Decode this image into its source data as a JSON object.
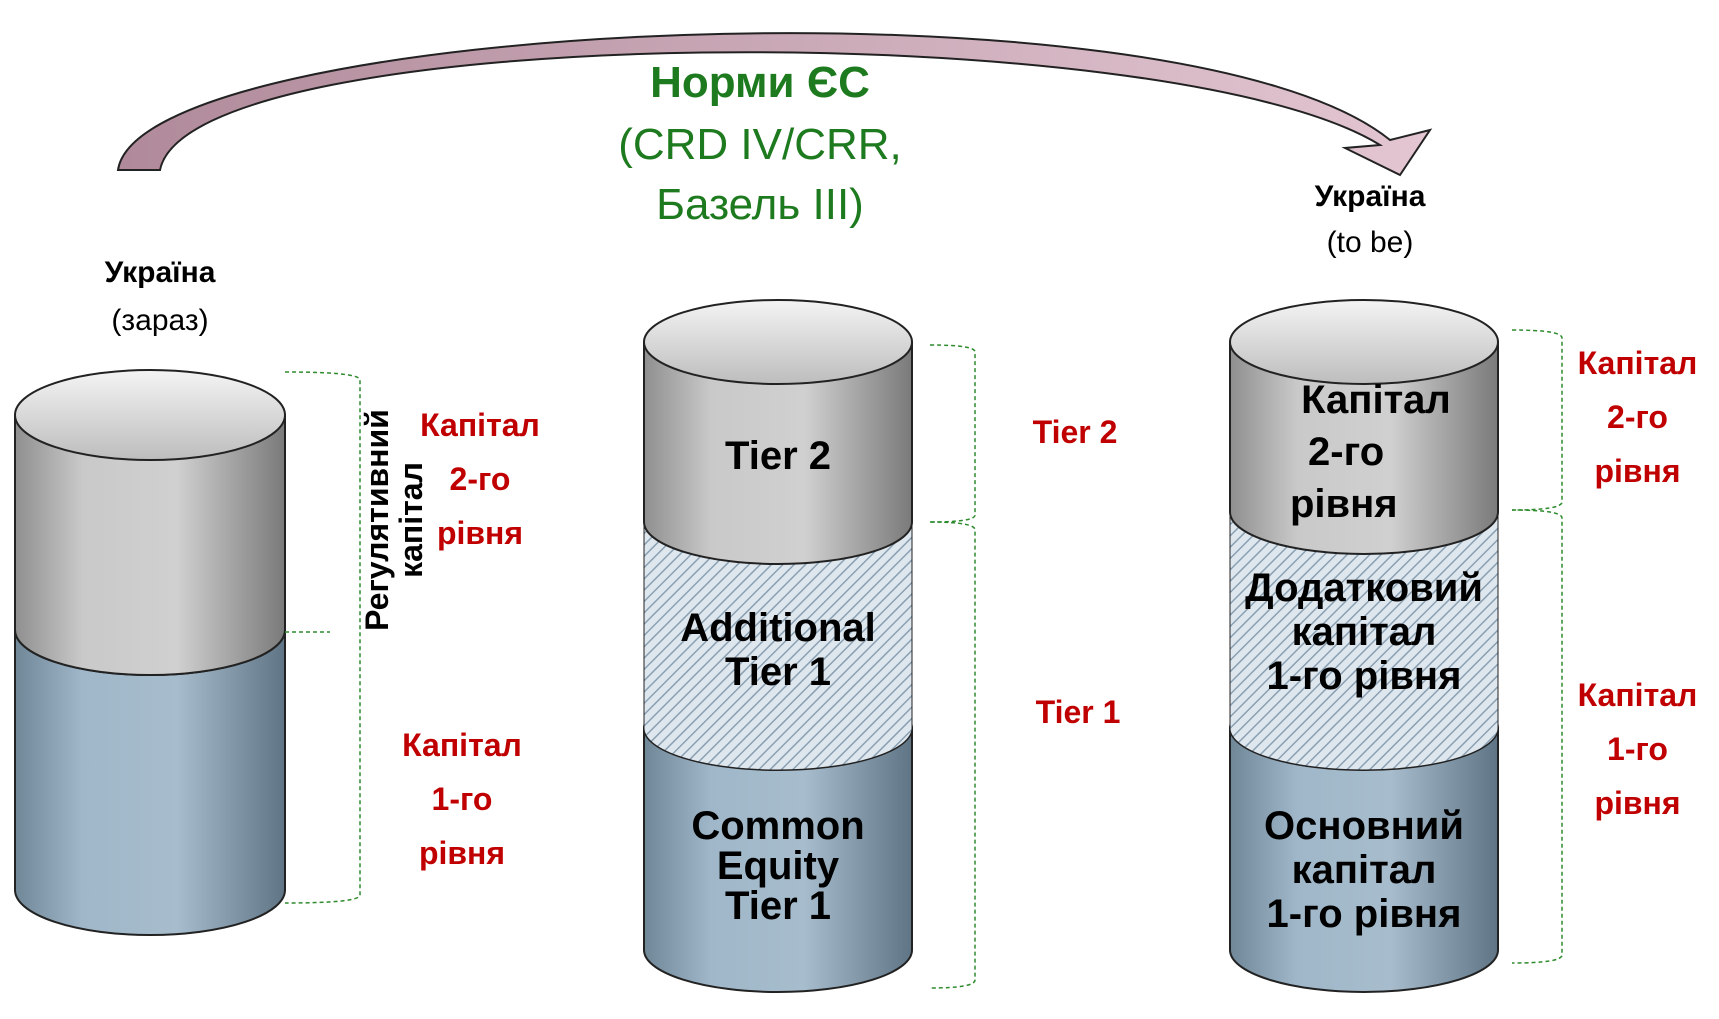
{
  "eu": {
    "title": "Норми ЄС",
    "subtitle_line1": "(CRD IV/CRR,",
    "subtitle_line2": "Базель  ІІІ)"
  },
  "ukraine_now": {
    "title": "Україна",
    "subtitle": "(зараз)",
    "vertical_label_line1": "Регулятивний",
    "vertical_label_line2": "капітал",
    "tier2_label": [
      "Капітал",
      "2-го",
      "рівня"
    ],
    "tier1_label": [
      "Капітал",
      "1-го",
      "рівня"
    ]
  },
  "eu_cylinder": {
    "tier2_segment": "Tier 2",
    "at1_segment": [
      "Additional",
      "Tier 1"
    ],
    "cet1_segment": [
      "Common",
      "Equity",
      "Tier 1"
    ],
    "tier2_label": "Tier 2",
    "tier1_label": "Tier 1"
  },
  "ukraine_future": {
    "title": "Україна",
    "subtitle": "(to be)",
    "tier2_segment": [
      "Капітал",
      "2-го",
      "рівня"
    ],
    "at1_segment": [
      "Додатковий",
      "капітал",
      "1-го рівня"
    ],
    "cet1_segment": [
      "Основний",
      "капітал",
      "1-го рівня"
    ],
    "tier2_label": [
      "Капітал",
      "2-го",
      "рівня"
    ],
    "tier1_label": [
      "Капітал",
      "1-го",
      "рівня"
    ]
  },
  "colors": {
    "eu_text": "#1e7a1e",
    "red_label": "#c00000",
    "grey_segment": "#c8c8c8",
    "blue_segment": "#9fb7c9",
    "arrow_fill": "#c9a7b5",
    "bracket": "#2e8b2e"
  }
}
